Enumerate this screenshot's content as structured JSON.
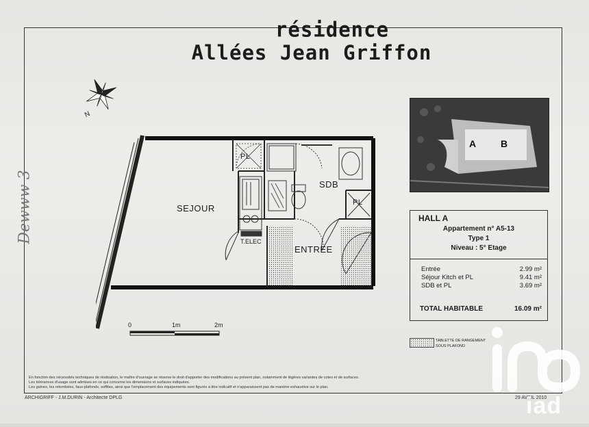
{
  "header": {
    "line1": "résidence",
    "line2": "Allées  Jean Griffon"
  },
  "plan": {
    "rooms": {
      "sejour": "SEJOUR",
      "sdb": "SDB",
      "entree": "ENTREE",
      "pl_top": "PL",
      "pl_right": "PL",
      "telec": "T.ELEC"
    },
    "scale": {
      "s0": "0",
      "s1": "1m",
      "s2": "2m"
    },
    "compass_letter": "N",
    "margin_note": "Dewww 3"
  },
  "infobox": {
    "hall": "HALL A",
    "apartment": "Appartement n° A5-13",
    "type": "Type 1",
    "level": "Niveau :  5° Etage",
    "rows": [
      {
        "label": "Entrée",
        "value": "2.99 m²"
      },
      {
        "label": "Séjour Kitch et PL",
        "value": "9.41 m²"
      },
      {
        "label": "SDB et PL",
        "value": "3.69 m²"
      }
    ],
    "total_label": "TOTAL HABITABLE",
    "total_value": "16.09 m²"
  },
  "site_plan": {
    "label_a": "A",
    "label_b": "B"
  },
  "legend": {
    "line1": "TABLETTE DE RANGEMENT",
    "line2": "SOUS PLAFOND"
  },
  "notes": {
    "line1": "En fonction des nécessités techniques de réalisation, le maître d'ouvrage se réserve le droit d'apporter des modifications au présent plan, notamment de légères variantes de cotes et de surfaces.",
    "line2": "Les tolérances d'usage sont admises en ce qui concerne les dimensions et surfaces indiquées.",
    "line3": "Les gaines, les retombées, faux-plafonds, soffites, ainsi que l'emplacement des équipements sont figurés à titre indicatif et n'apparaissent pas de manière exhaustive sur le plan."
  },
  "footer": {
    "left": "ARCHIGRIFF  -  J.M.DURIN  -  Architecte DPLG",
    "right": "29 AVRIL 2010"
  },
  "watermark": {
    "text": "iad"
  },
  "colors": {
    "ink": "#1c1c1c",
    "paper": "#e8e8e5",
    "watermark": "#ffffff"
  }
}
